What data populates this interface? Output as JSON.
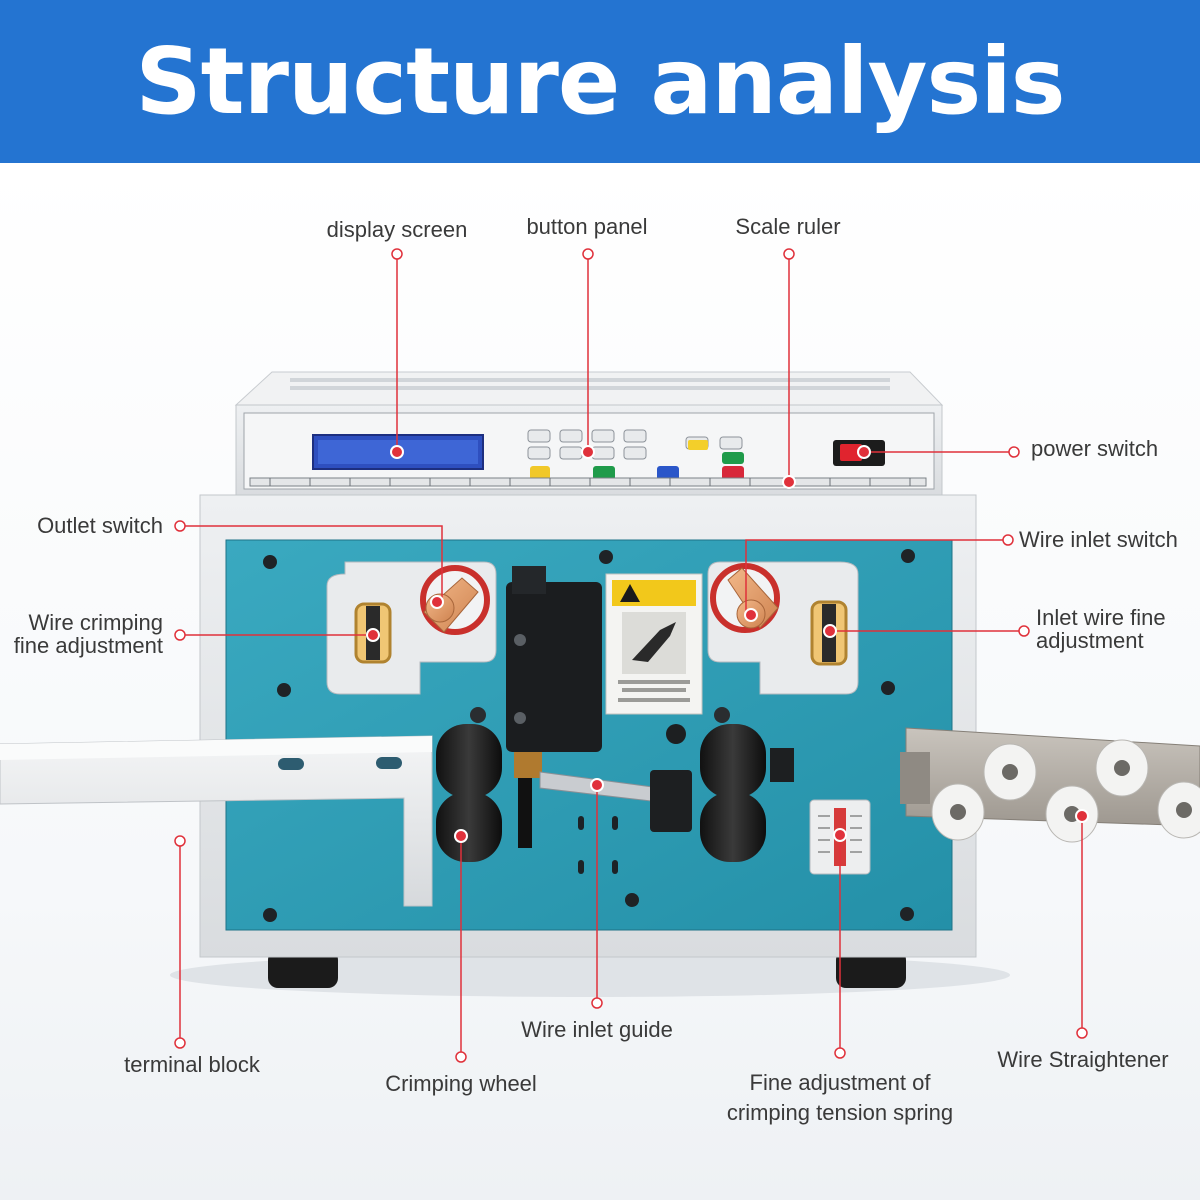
{
  "header": {
    "title": "Structure analysis"
  },
  "labels": {
    "display_screen": "display screen",
    "button_panel": "button panel",
    "scale_ruler": "Scale ruler",
    "power_switch": "power switch",
    "outlet_switch": "Outlet switch",
    "wire_inlet_switch": "Wire inlet switch",
    "wire_crimping_line1": "Wire crimping",
    "wire_crimping_line2": "fine adjustment",
    "inlet_wire_fine_line1": "Inlet wire fine",
    "inlet_wire_fine_line2": "adjustment",
    "terminal_block": "terminal block",
    "crimping_wheel": "Crimping wheel",
    "wire_inlet_guide": "Wire inlet guide",
    "fine_adjustment_line1": "Fine adjustment of",
    "fine_adjustment_line2": "crimping tension spring",
    "wire_straightener": "Wire Straightener"
  },
  "colors": {
    "banner": "#2474d1",
    "callout": "#e0313b",
    "panel_teal": "#2b9db5",
    "machine_body": "#e6e8ea"
  }
}
